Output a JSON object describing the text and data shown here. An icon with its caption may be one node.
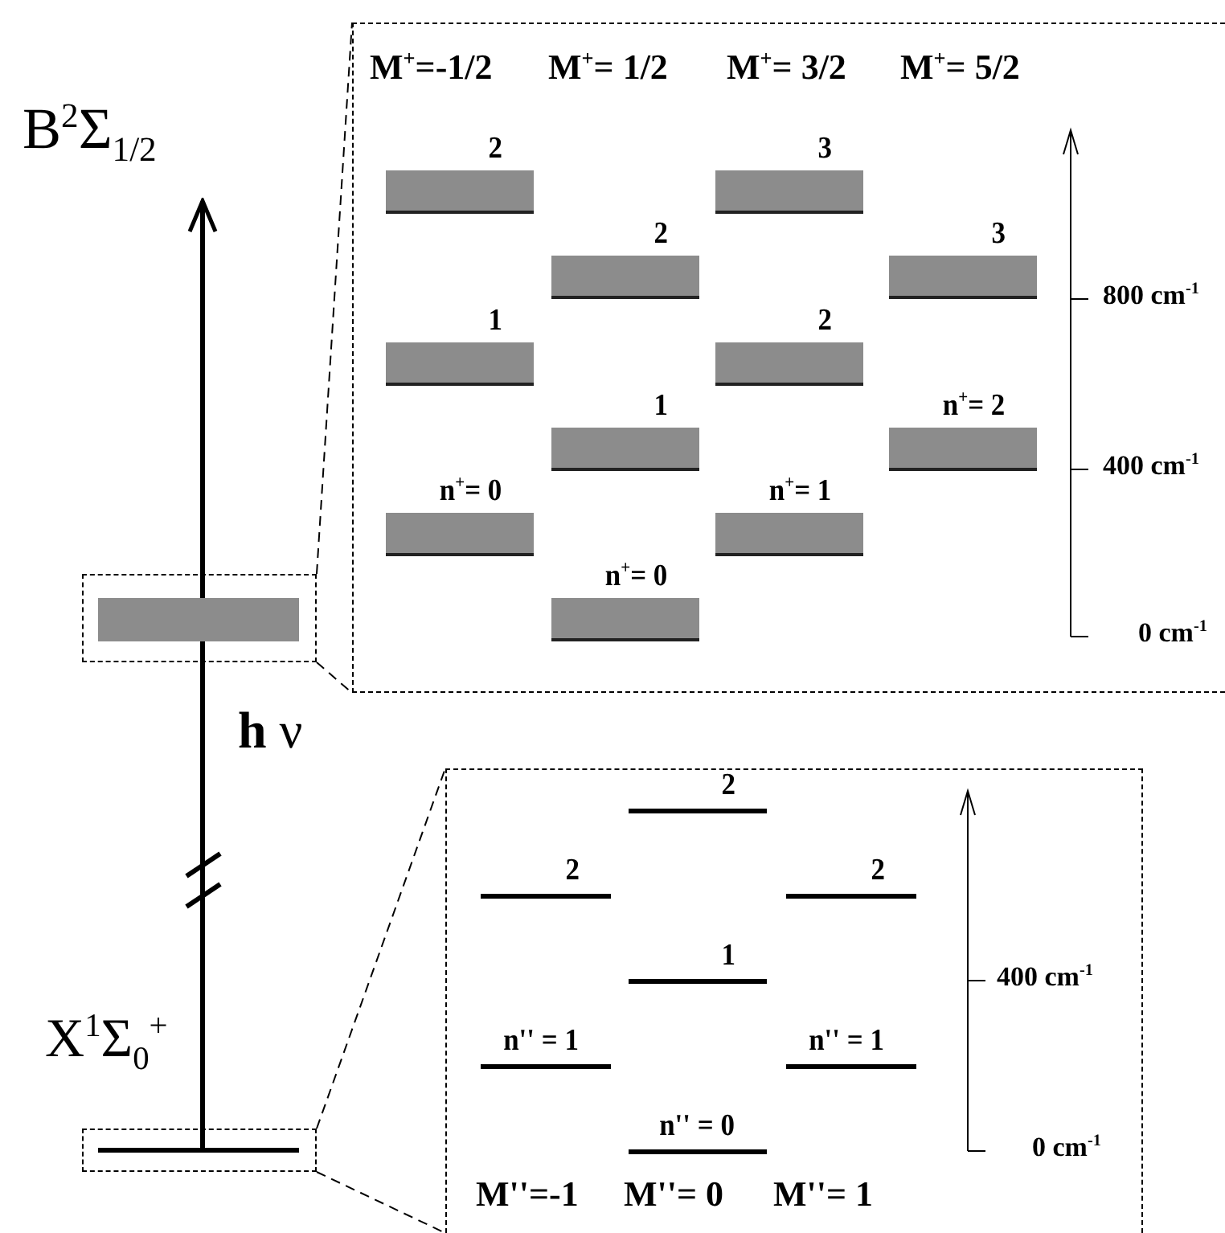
{
  "diagram": {
    "nodes": [
      {
        "text": [
          "B$^{2}$Σ$_{1/2}$"
        ]
      },
      {
        "text": [],
        "shape": "box"
      },
      {
        "text": [],
        "shape": "bar",
        "in": 1
      },
      {
        "text": [],
        "shape": "box"
      },
      {
        "text": [
          "n$^{+}$= 0"
        ],
        "in": 3
      },
      {
        "text": [
          "1"
        ],
        "in": 3
      },
      {
        "text": [
          "2"
        ],
        "in": 3
      },
      {
        "text": [
          "n$^{+}$= 0"
        ],
        "in": 3
      },
      {
        "text": [
          "1"
        ],
        "in": 3
      },
      {
        "text": [
          "2"
        ],
        "in": 3
      },
      {
        "text": [
          "n$^{+}$= 1"
        ],
        "in": 3
      },
      {
        "text": [
          "2"
        ],
        "in": 3
      },
      {
        "text": [
          "3"
        ],
        "in": 3
      },
      {
        "text": [
          "n$^{+}$= 2"
        ],
        "in": 3
      },
      {
        "text": [
          "3"
        ],
        "in": 3
      },
      {
        "text": [],
        "shape": "box"
      },
      {
        "text": [],
        "shape": "bar",
        "in": 15
      },
      {
        "text": [],
        "shape": "box"
      },
      {
        "text": [
          "n'' = 1"
        ],
        "in": 17
      },
      {
        "text": [
          "2"
        ],
        "in": 17
      },
      {
        "text": [
          "n'' = 0"
        ],
        "in": 17
      },
      {
        "text": [
          "1"
        ],
        "in": 17
      },
      {
        "text": [
          "2"
        ],
        "in": 17
      },
      {
        "text": [
          "n'' = 1"
        ],
        "in": 17
      },
      {
        "text": [
          "2"
        ],
        "in": 17
      }
    ],
    "edges": [
      {
        "from": 2,
        "to": 0,
        "arrow": "to",
        "style": "thick"
      },
      {
        "from": 16,
        "to": 2,
        "arrow": "none",
        "label": "**h** ν",
        "style": "thick"
      },
      {
        "from": 1,
        "to": 3,
        "arrow": "none",
        "style": "dashed"
      },
      {
        "from": 1,
        "to": 3,
        "arrow": "none",
        "style": "dashed"
      },
      {
        "from": 15,
        "to": 17,
        "arrow": "none",
        "style": "dashed"
      },
      {
        "from": 15,
        "to": 17,
        "arrow": "none",
        "style": "dashed"
      }
    ],
    "labels": [
      "M$^{+}$=-1/2",
      "M$^{+}$= 1/2",
      "M$^{+}$= 3/2",
      "M$^{+}$= 5/2",
      "800 cm$^{-1}$",
      "400 cm$^{-1}$",
      "0 cm$^{-1}$",
      "X$^{1}$Σ$_{0}$$^{+}$",
      "400 cm$^{-1}$",
      "0 cm$^{-1}$",
      "M''=-1",
      "M''= 0",
      "M''= 1"
    ]
  }
}
